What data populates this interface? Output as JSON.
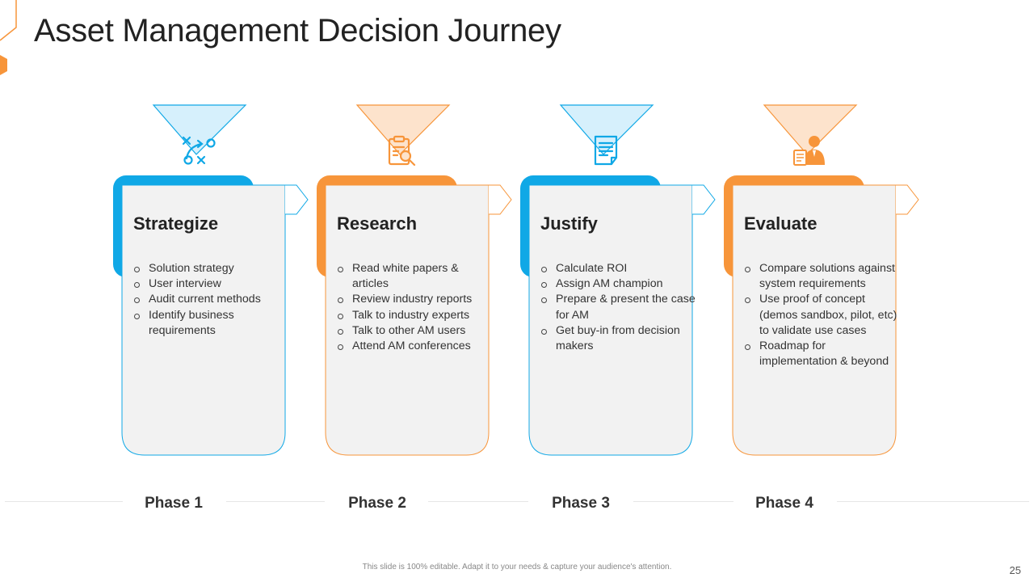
{
  "title": "Asset Management Decision Journey",
  "colors": {
    "blue": "#10a8e6",
    "orange": "#f7953a",
    "card_fill": "#f2f2f2",
    "blue_tint": "#d6f0fc",
    "orange_tint": "#fde3cc"
  },
  "phases": [
    {
      "title": "Strategize",
      "phase_label": "Phase 1",
      "accent": "blue",
      "icon": "strategy-play-icon",
      "items": [
        "Solution strategy",
        "User interview",
        "Audit current methods",
        "Identify business requirements"
      ]
    },
    {
      "title": "Research",
      "phase_label": "Phase 2",
      "accent": "orange",
      "icon": "clipboard-search-icon",
      "items": [
        "Read white papers & articles",
        "Review industry reports",
        "Talk to industry experts",
        "Talk to other AM users",
        "Attend AM conferences"
      ]
    },
    {
      "title": "Justify",
      "phase_label": "Phase 3",
      "accent": "blue",
      "icon": "document-icon",
      "items": [
        "Calculate ROI",
        "Assign AM champion",
        "Prepare & present the case for AM",
        "Get buy-in from decision makers"
      ]
    },
    {
      "title": "Evaluate",
      "phase_label": "Phase 4",
      "accent": "orange",
      "icon": "evaluator-person-icon",
      "items": [
        "Compare solutions against system requirements",
        "Use proof of concept (demos sandbox, pilot, etc) to validate use cases",
        "Roadmap for implementation & beyond"
      ]
    }
  ],
  "footer": "This slide is 100% editable. Adapt it to your needs & capture your audience's attention.",
  "page_number": "25"
}
